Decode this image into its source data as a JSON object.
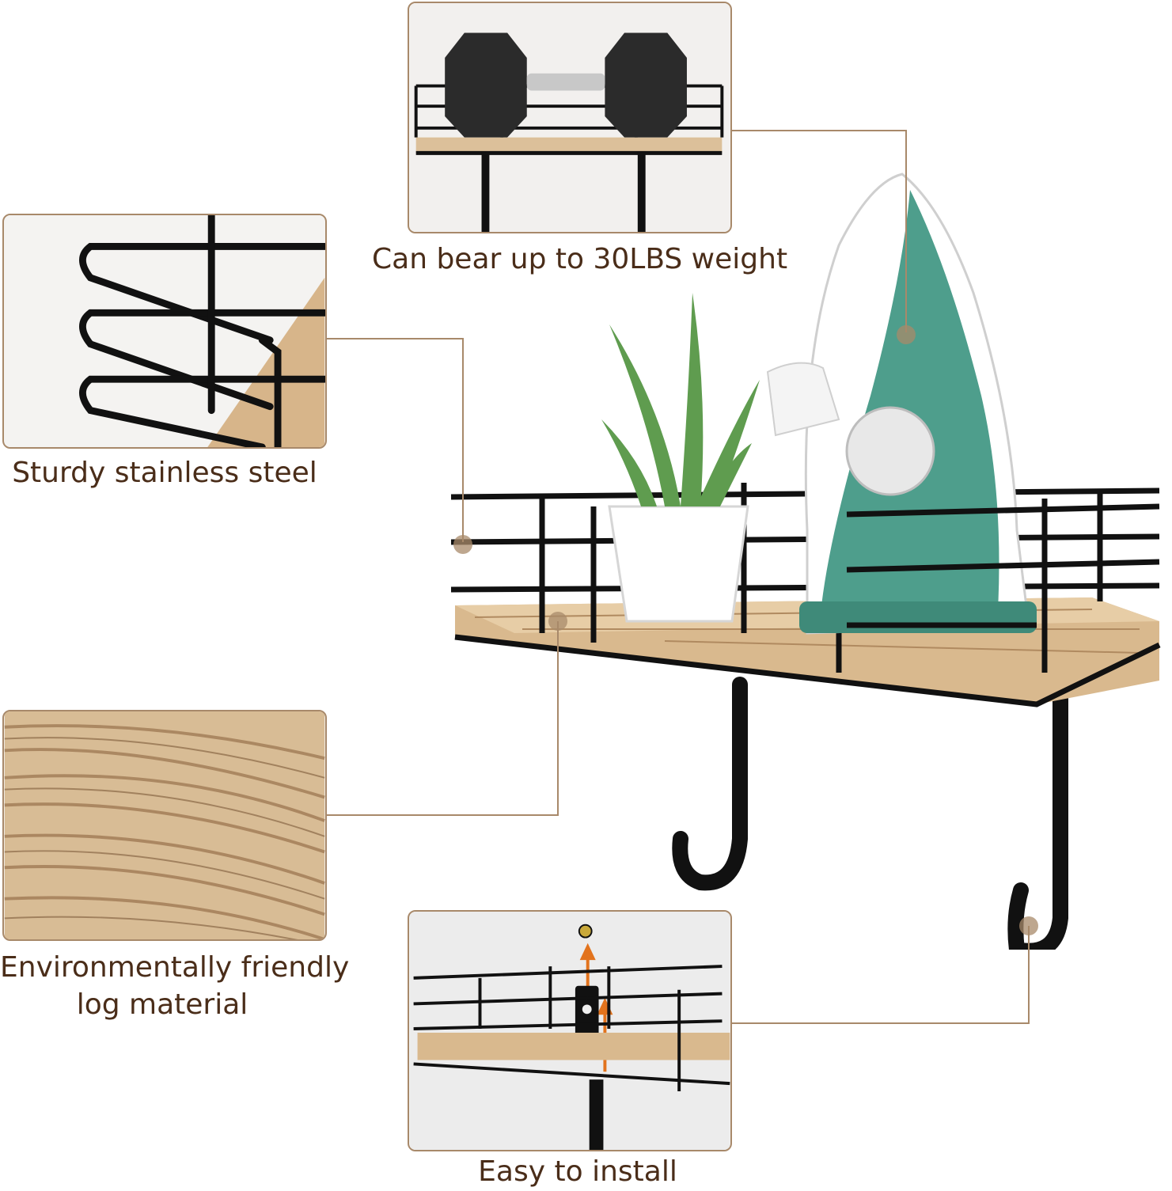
{
  "callouts": {
    "weight": "Can bear up to 30LBS weight",
    "steel": "Sturdy stainless steel",
    "wood": [
      "Environmentally friendly",
      "log material"
    ],
    "install": "Easy to install"
  },
  "colors": {
    "caption": "#4a2d19",
    "frame": "#a8896a",
    "wood": "#d9b98e",
    "metal": "#111111",
    "iron_green": "#4e9e8c"
  }
}
